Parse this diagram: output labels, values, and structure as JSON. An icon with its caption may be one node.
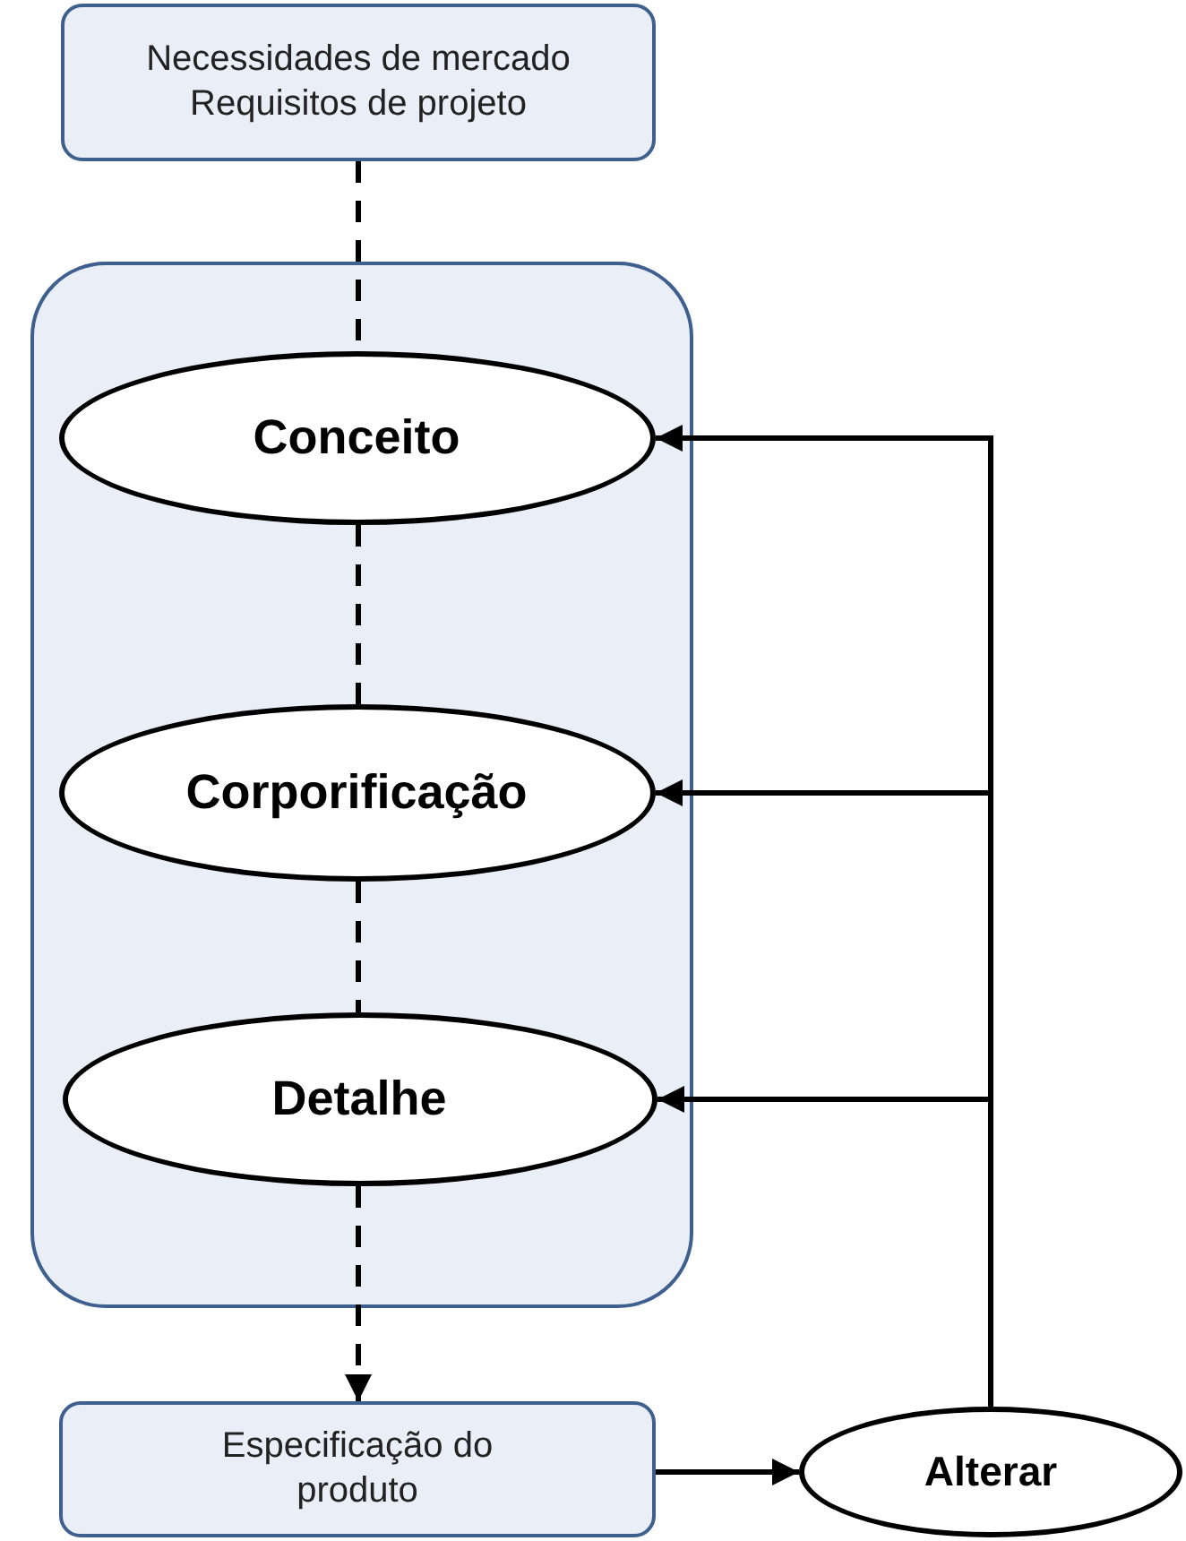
{
  "diagram": {
    "nodes": [
      {
        "text": [
          "Necessidades de mercado",
          "Requisitos de projeto"
        ]
      },
      {
        "text": [],
        "shape": "box"
      },
      {
        "text": [
          "Conceito"
        ],
        "in": 1
      },
      {
        "text": [
          "Corporificação"
        ],
        "in": 1
      },
      {
        "text": [
          "Detalhe"
        ],
        "in": 1
      },
      {
        "text": [
          "Especificação do produto"
        ]
      },
      {
        "text": [
          "Alterar"
        ]
      }
    ],
    "edges": [
      {
        "from": 0,
        "to": 2,
        "arrow": "none",
        "style": "dashed"
      },
      {
        "from": 2,
        "to": 3,
        "arrow": "none",
        "style": "dashed"
      },
      {
        "from": 3,
        "to": 4,
        "arrow": "none",
        "style": "dashed"
      },
      {
        "from": 4,
        "to": 5,
        "arrow": "to",
        "style": "dashed"
      },
      {
        "from": 5,
        "to": 6,
        "arrow": "to"
      },
      {
        "from": 6,
        "to": 2,
        "arrow": "to"
      },
      {
        "from": 6,
        "to": 3,
        "arrow": "to"
      },
      {
        "from": 6,
        "to": 4,
        "arrow": "to"
      }
    ]
  }
}
